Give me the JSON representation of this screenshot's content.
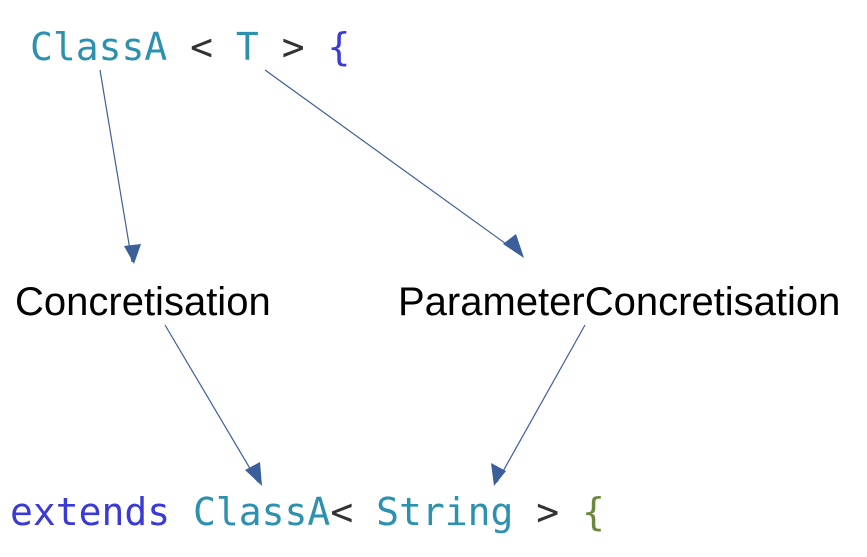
{
  "diagram": {
    "top_code": {
      "class_name": "ClassA",
      "open_angle": " < ",
      "type_param": "T",
      "close_angle": " > ",
      "open_brace": "{"
    },
    "labels": {
      "concretisation": "Concretisation",
      "parameter_concretisation": "ParameterConcretisation"
    },
    "bottom_code": {
      "keyword": "extends",
      "space": " ",
      "class_name": "ClassA",
      "open_angle": "< ",
      "type_arg": "String",
      "close_angle": " > ",
      "open_brace": "{"
    },
    "colors": {
      "class_name": "#2b91af",
      "keyword": "#3a3ad6",
      "angle": "#333333",
      "brace": "#3a3ad6",
      "brace_bottom": "#6a8a3a",
      "arrow": "#3b5f9a"
    },
    "arrows": [
      {
        "from": "ClassA",
        "to": "Concretisation"
      },
      {
        "from": "T",
        "to": "ParameterConcretisation"
      },
      {
        "from": "Concretisation",
        "to": "ClassA< String >"
      },
      {
        "from": "ParameterConcretisation",
        "to": "String"
      }
    ]
  }
}
